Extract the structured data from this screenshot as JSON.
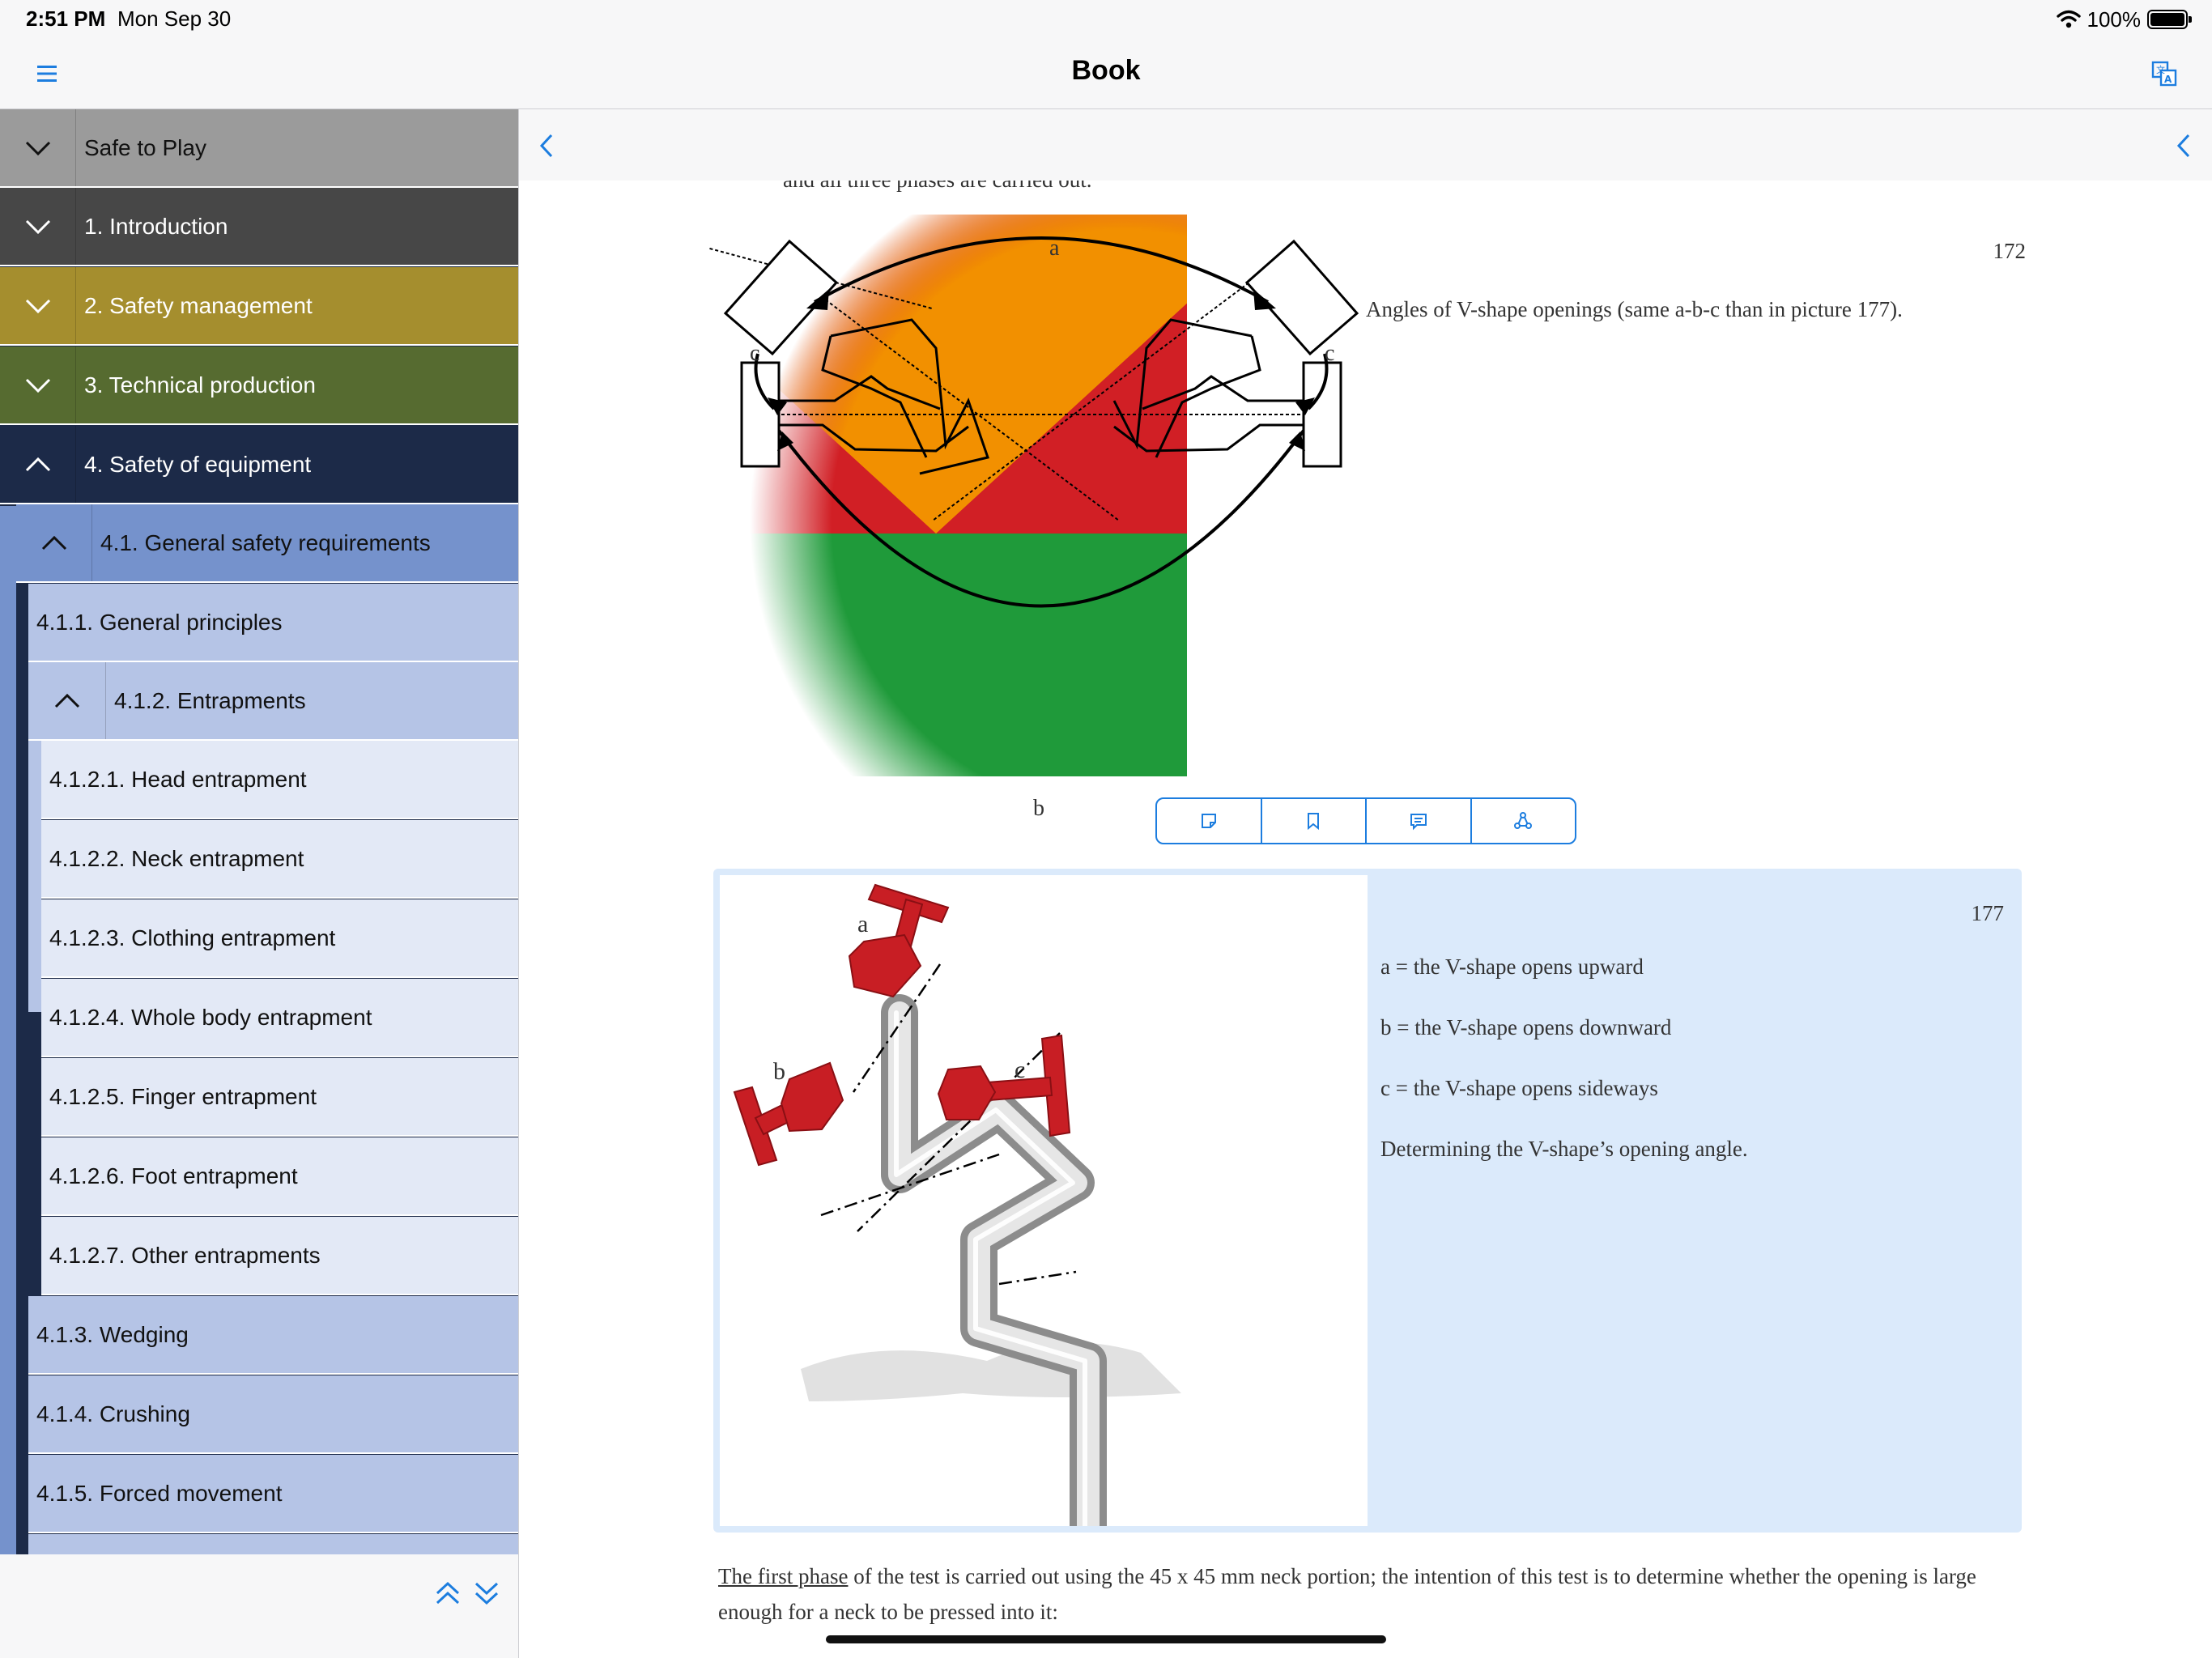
{
  "status_bar": {
    "time": "2:51 PM",
    "date": "Mon Sep 30",
    "battery": "100%"
  },
  "nav": {
    "title": "Book"
  },
  "toc": {
    "items": [
      {
        "label": "Safe to Play",
        "chevron": "down"
      },
      {
        "label": "1. Introduction",
        "chevron": "down"
      },
      {
        "label": "2. Safety management",
        "chevron": "down"
      },
      {
        "label": "3. Technical production",
        "chevron": "down"
      },
      {
        "label": "4. Safety of equipment",
        "chevron": "up"
      },
      {
        "label": "4.1. General safety requirements",
        "chevron": "up"
      },
      {
        "label": "4.1.1. General principles"
      },
      {
        "label": "4.1.2. Entrapments",
        "chevron": "up"
      },
      {
        "label": "4.1.2.1. Head entrapment"
      },
      {
        "label": "4.1.2.2. Neck entrapment"
      },
      {
        "label": "4.1.2.3. Clothing entrapment"
      },
      {
        "label": "4.1.2.4. Whole body entrapment"
      },
      {
        "label": "4.1.2.5. Finger entrapment"
      },
      {
        "label": "4.1.2.6. Foot entrapment"
      },
      {
        "label": "4.1.2.7. Other entrapments"
      },
      {
        "label": "4.1.3. Wedging"
      },
      {
        "label": "4.1.4. Crushing"
      },
      {
        "label": "4.1.5. Forced movement"
      }
    ]
  },
  "content": {
    "cut_text": "and all three phases are carried out.",
    "figure_172": {
      "number": "172",
      "caption": "Angles of V-shape openings (same a-b-c than in picture 177).",
      "labels": {
        "a": "a",
        "b": "b",
        "c": "c"
      }
    },
    "figure_177": {
      "number": "177",
      "lines": [
        "a = the V-shape opens upward",
        "b = the V-shape opens downward",
        "c = the V-shape opens sideways",
        "Determining the V-shape’s opening angle."
      ],
      "labels": {
        "a": "a",
        "b": "b",
        "c": "c"
      }
    },
    "paragraph": {
      "link": "The first phase",
      "text": " of the test is carried out using the 45 x 45 mm neck portion; the intention of this test is to determine whether the opening is large enough for a neck to be pressed into it:"
    }
  },
  "colors": {
    "accent": "#1c7ddf",
    "toc_safe_to_play": "#9b9b9b",
    "toc_introduction": "#474747",
    "toc_safety_management": "#a58e2e",
    "toc_technical_production": "#566b30",
    "toc_safety_of_equipment": "#1c2a48",
    "toc_level2": "#7592cc",
    "toc_level3": "#b5c4e6",
    "toc_level4": "#e3e9f6",
    "highlight": "#dbeafb"
  }
}
